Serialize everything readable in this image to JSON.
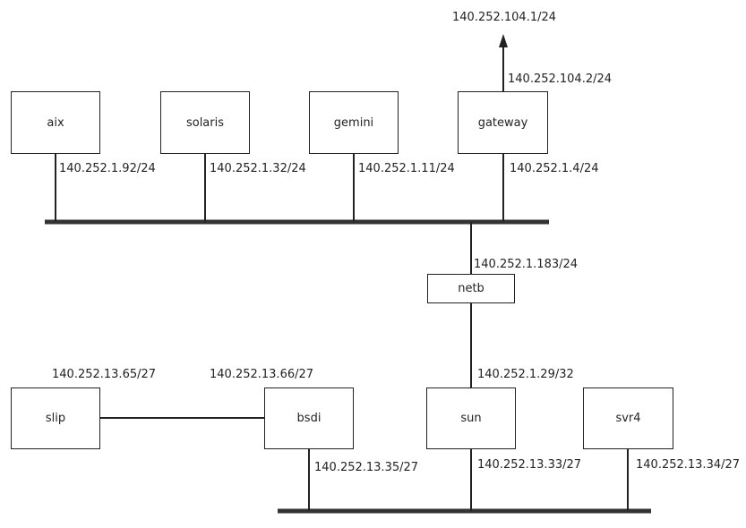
{
  "colors": {
    "line": "#222222",
    "bus": "#333333",
    "text": "#222222"
  },
  "external": {
    "address": "140.252.104.1/24"
  },
  "hosts": {
    "aix": {
      "label": "aix",
      "address": "140.252.1.92/24"
    },
    "solaris": {
      "label": "solaris",
      "address": "140.252.1.32/24"
    },
    "gemini": {
      "label": "gemini",
      "address": "140.252.1.11/24"
    },
    "gateway": {
      "label": "gateway",
      "address_bus": "140.252.1.4/24",
      "address_up": "140.252.104.2/24"
    },
    "netb": {
      "label": "netb",
      "address": "140.252.1.183/24"
    },
    "slip": {
      "label": "slip",
      "address": "140.252.13.65/27"
    },
    "bsdi": {
      "label": "bsdi",
      "address_ptp": "140.252.13.66/27",
      "address_bus": "140.252.13.35/27"
    },
    "sun": {
      "label": "sun",
      "address_up": "140.252.1.29/32",
      "address_bus": "140.252.13.33/27"
    },
    "svr4": {
      "label": "svr4",
      "address": "140.252.13.34/27"
    }
  }
}
